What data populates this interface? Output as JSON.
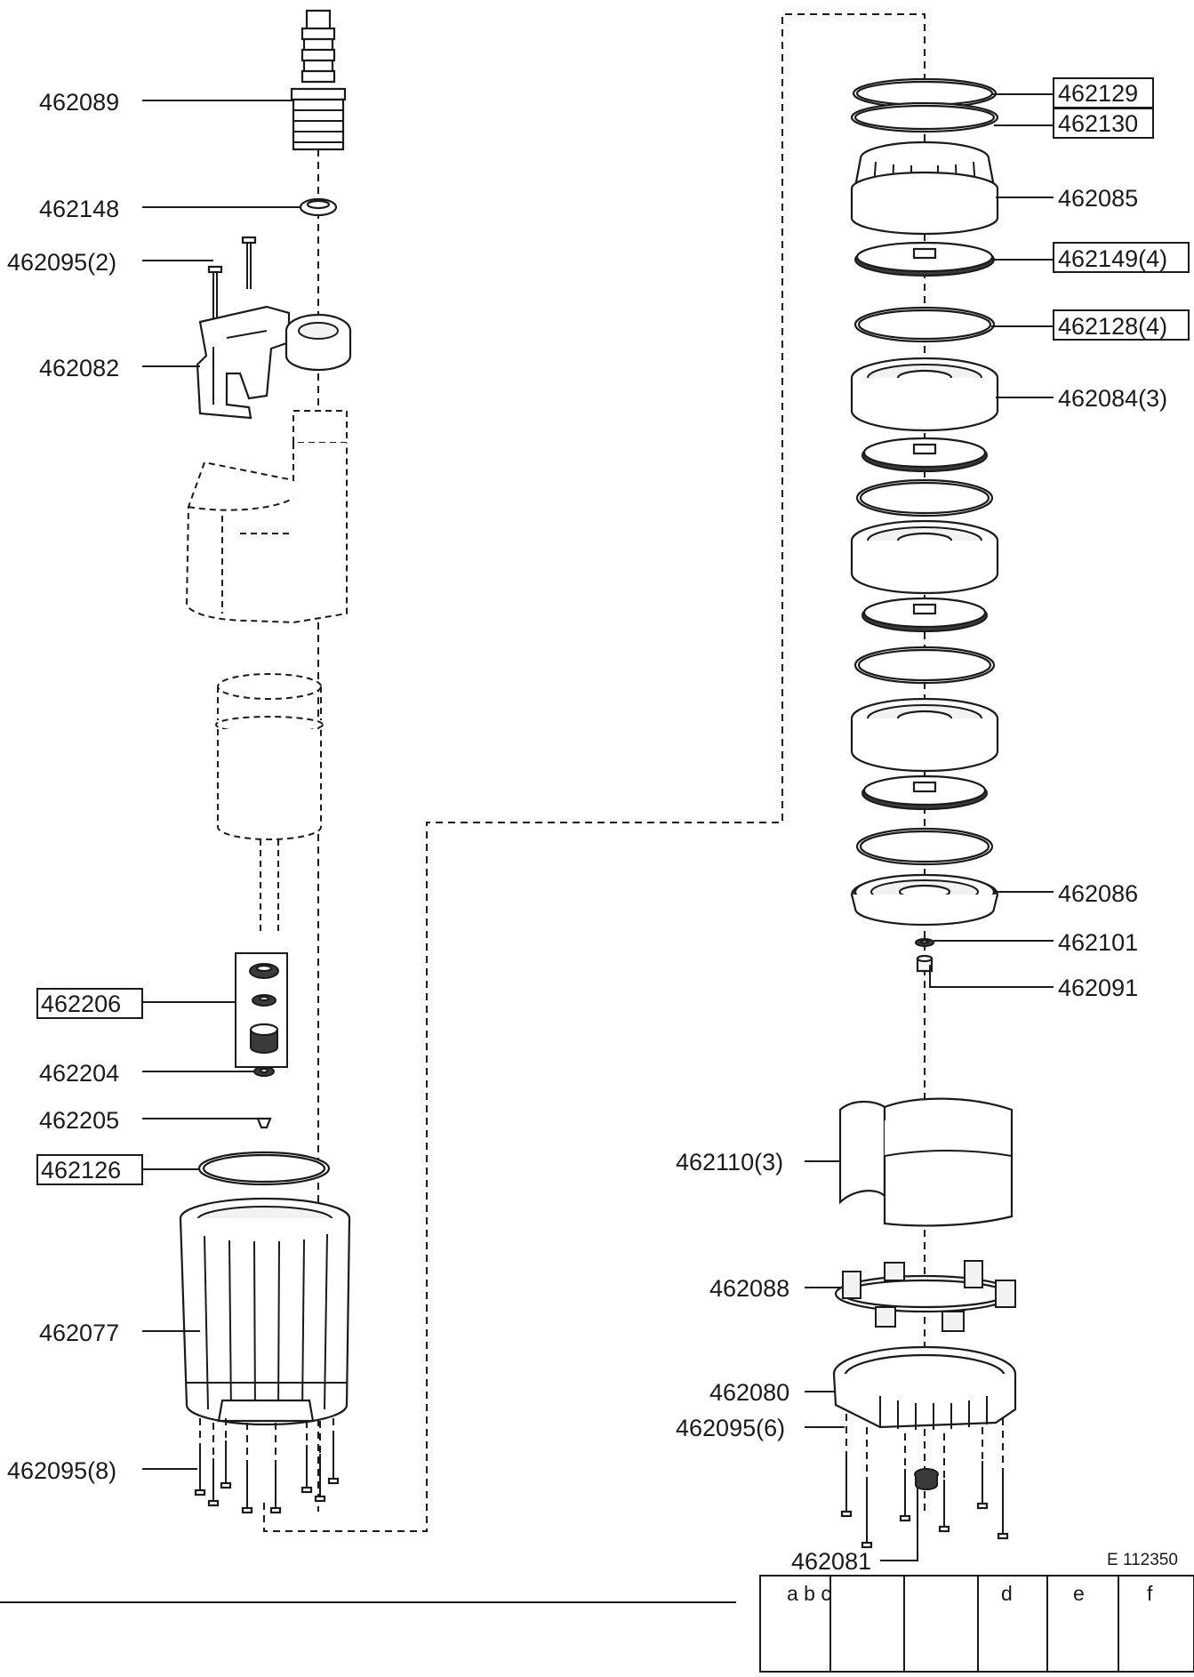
{
  "drawing_ref": "E 112350",
  "labels": {
    "l462089": "462089",
    "l462148": "462148",
    "l462095_2": "462095(2)",
    "l462082": "462082",
    "l462206": "462206",
    "l462204": "462204",
    "l462205": "462205",
    "l462126": "462126",
    "l462077": "462077",
    "l462095_8": "462095(8)",
    "l462129": "462129",
    "l462130": "462130",
    "l462085": "462085",
    "l462149_4": "462149(4)",
    "l462128_4": "462128(4)",
    "l462084_3": "462084(3)",
    "l462086": "462086",
    "l462101": "462101",
    "l462091": "462091",
    "l462110_3": "462110(3)",
    "l462088": "462088",
    "l462080": "462080",
    "l462095_6": "462095(6)",
    "l462081": "462081"
  },
  "title_block": {
    "cell_abc": "a b c",
    "cell_d": "d",
    "cell_e": "e",
    "cell_f": "f"
  }
}
